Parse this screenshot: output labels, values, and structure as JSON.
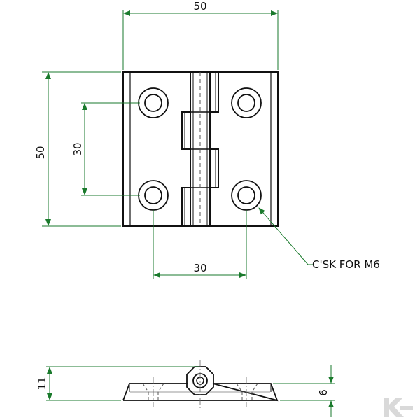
{
  "drawing": {
    "dimensions": {
      "overall_width": "50",
      "overall_height": "50",
      "hole_spacing_vertical": "30",
      "hole_spacing_horizontal": "30",
      "overall_thickness": "11",
      "leaf_thickness": "6"
    },
    "callout": "C'SK FOR M6",
    "colors": {
      "dimension_line": "#1a7a2c",
      "outline": "#111111",
      "hidden_line": "#555555",
      "watermark": "#d9d9d9"
    }
  }
}
